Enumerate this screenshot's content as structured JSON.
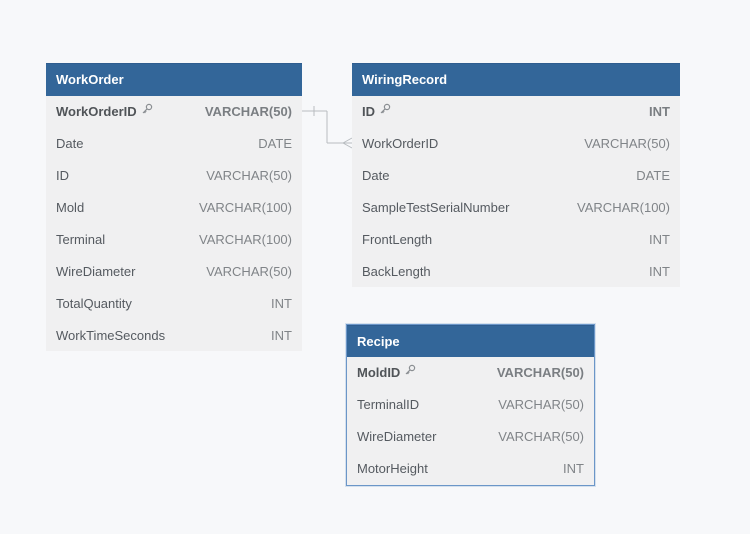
{
  "entities": [
    {
      "title": "WorkOrder",
      "columns": [
        {
          "name": "WorkOrderID",
          "type": "VARCHAR(50)",
          "pk": true
        },
        {
          "name": "Date",
          "type": "DATE"
        },
        {
          "name": "ID",
          "type": "VARCHAR(50)"
        },
        {
          "name": "Mold",
          "type": "VARCHAR(100)"
        },
        {
          "name": "Terminal",
          "type": "VARCHAR(100)"
        },
        {
          "name": "WireDiameter",
          "type": "VARCHAR(50)"
        },
        {
          "name": "TotalQuantity",
          "type": "INT"
        },
        {
          "name": "WorkTimeSeconds",
          "type": "INT"
        }
      ]
    },
    {
      "title": "WiringRecord",
      "columns": [
        {
          "name": "ID",
          "type": "INT",
          "pk": true
        },
        {
          "name": "WorkOrderID",
          "type": "VARCHAR(50)"
        },
        {
          "name": "Date",
          "type": "DATE"
        },
        {
          "name": "SampleTestSerialNumber",
          "type": "VARCHAR(100)"
        },
        {
          "name": "FrontLength",
          "type": "INT"
        },
        {
          "name": "BackLength",
          "type": "INT"
        }
      ]
    },
    {
      "title": "Recipe",
      "selected": true,
      "columns": [
        {
          "name": "MoldID",
          "type": "VARCHAR(50)",
          "pk": true
        },
        {
          "name": "TerminalID",
          "type": "VARCHAR(50)"
        },
        {
          "name": "WireDiameter",
          "type": "VARCHAR(50)"
        },
        {
          "name": "MotorHeight",
          "type": "INT"
        }
      ]
    }
  ],
  "relationships": [
    {
      "from": "WorkOrder.WorkOrderID",
      "from_cardinality": "one",
      "to": "WiringRecord.WorkOrderID",
      "to_cardinality": "many"
    }
  ],
  "colors": {
    "header": "#336699",
    "body": "#f0f0f1",
    "background": "#f7f8fa",
    "connector": "#b8bcc0",
    "selected_border": "#6b96c8"
  }
}
